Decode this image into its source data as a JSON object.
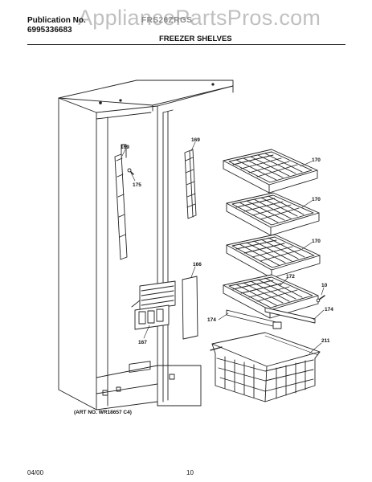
{
  "header": {
    "publication_label": "Publication No.",
    "publication_number": "6995336683",
    "model": "FRS26ZRGS",
    "section_title": "FREEZER SHELVES"
  },
  "watermark": "AppliancePartsPros.com",
  "parts": {
    "p169_left": "169",
    "p169_right": "169",
    "p175": "175",
    "p170_top": "170",
    "p170_mid": "170",
    "p170_low": "170",
    "p166": "166",
    "p172": "172",
    "p10": "10",
    "p167": "167",
    "p174_left": "174",
    "p174_right": "174",
    "p211": "211"
  },
  "footer": {
    "art_number": "(ART NO. WR18657 C4)",
    "date": "04/00",
    "page": "10"
  }
}
